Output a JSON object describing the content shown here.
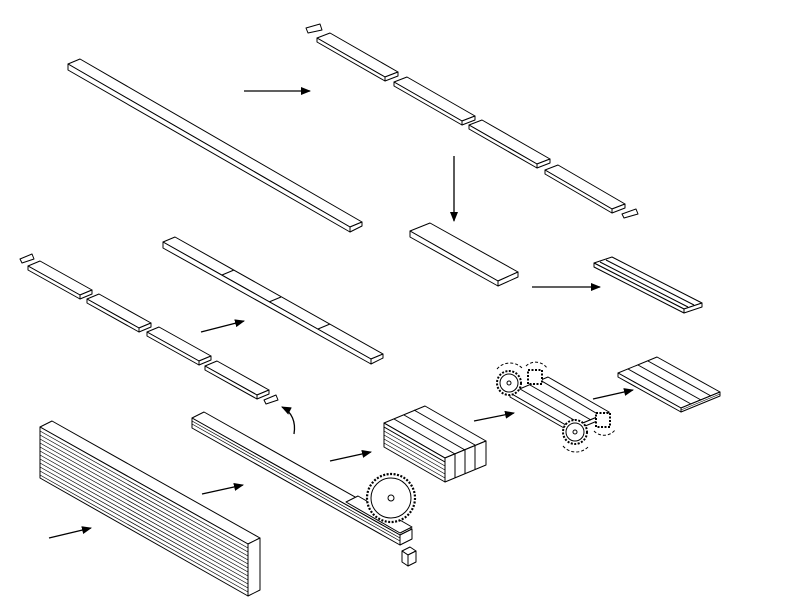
{
  "figure": {
    "stroke_color": "#000000",
    "fill_color": "#ffffff",
    "stages": [
      "strip-cut-pieces",
      "shaped-plank",
      "finished-panel",
      "sorted-strips",
      "laminated-blank",
      "glued-stack",
      "sawn-lamella",
      "lamella-stack",
      "planed-panels",
      "finished-boards"
    ],
    "icons": [
      "saw-blade-icon",
      "cutter-head-icon",
      "arrow-icon"
    ]
  }
}
